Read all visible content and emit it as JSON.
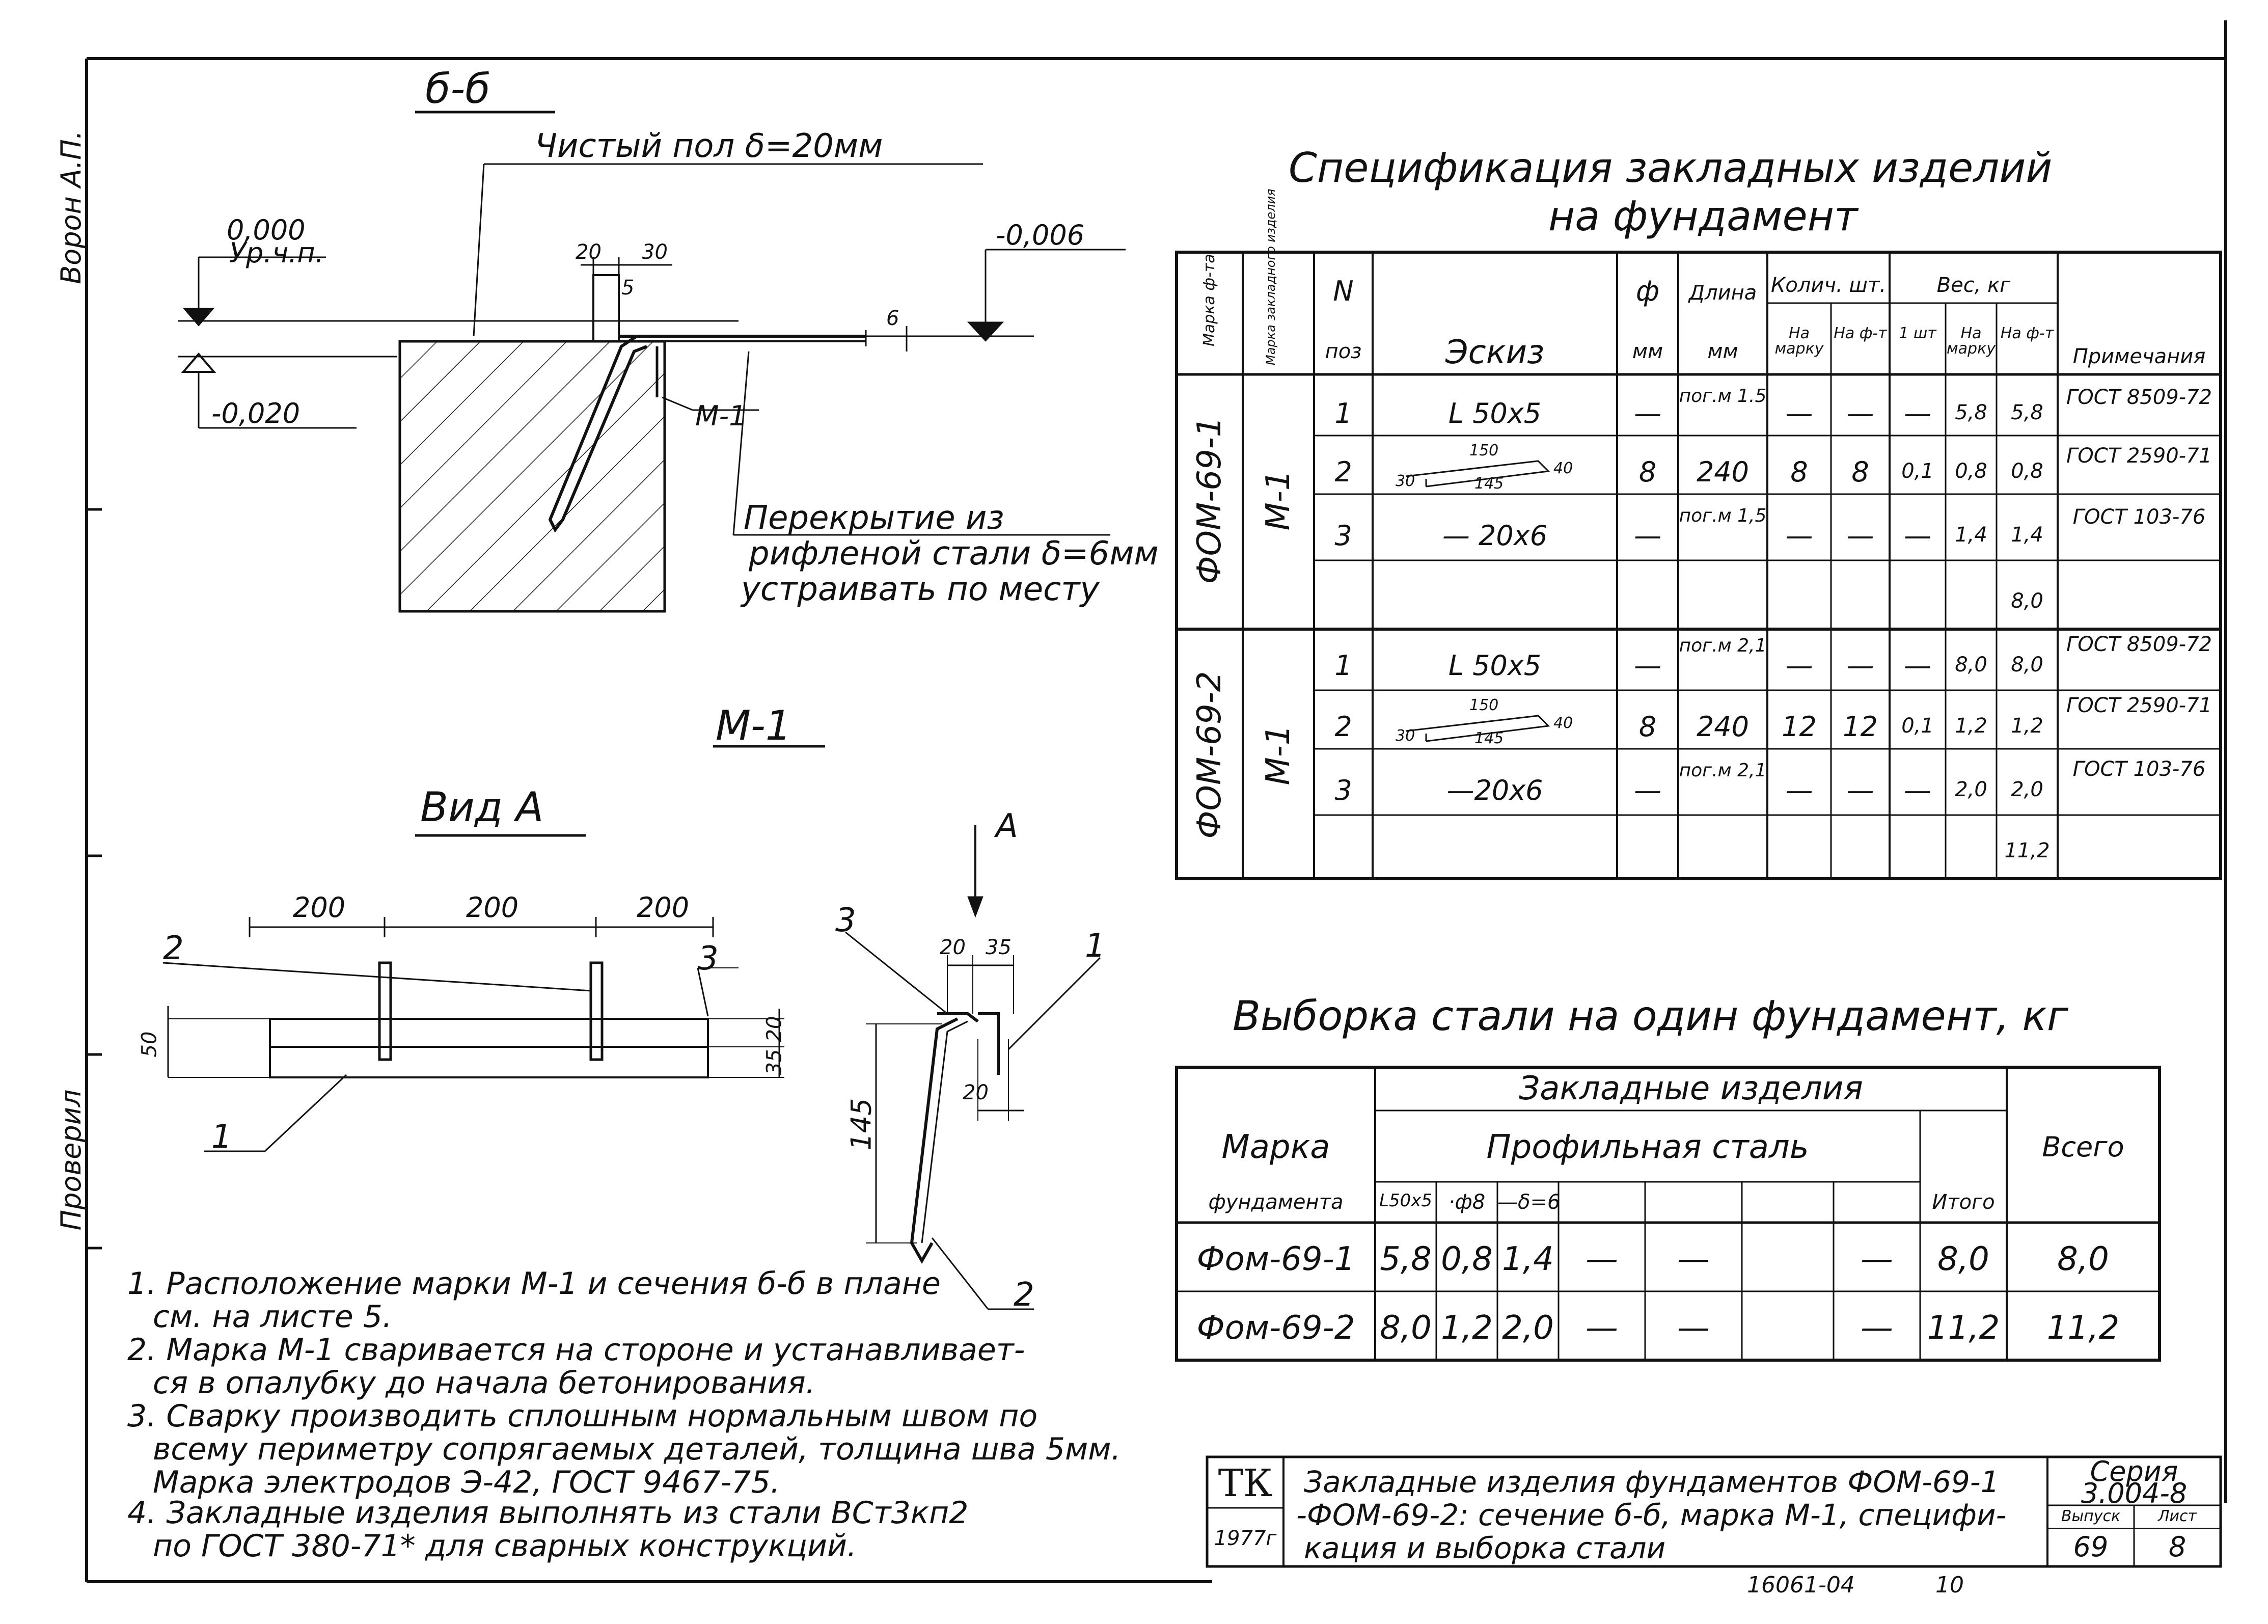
{
  "section": {
    "title": "б-б",
    "floor_note": "Чистый пол δ=20мм",
    "level_zero": "0,000",
    "level_zero_sub": "Ур.ч.п.",
    "level_minus_006": "-0,006",
    "level_minus_020": "-0,020",
    "dim_20": "20",
    "dim_30": "30",
    "dim_5": "5",
    "dim_6": "6",
    "mark_m1": "М-1",
    "cover_note_1": "Перекрытие из",
    "cover_note_2": "рифленой стали δ=6мм",
    "cover_note_3": "устраивать по месту"
  },
  "view_a": {
    "title_m1": "М-1",
    "title_view": "Вид А",
    "dims_top": [
      "200",
      "200",
      "200"
    ],
    "dim_50": "50",
    "dim_20": "20",
    "dim_35": "35",
    "callout_1": "1",
    "callout_2": "2",
    "callout_3": "3"
  },
  "profile": {
    "arrow_label": "А",
    "dim_20": "20",
    "dim_35": "35",
    "dim_145": "145",
    "dim_20b": "20",
    "callout_1": "1",
    "callout_2": "2",
    "callout_3": "3"
  },
  "spec": {
    "title_1": "Спецификация закладных изделий",
    "title_2": "на фундамент",
    "headers": {
      "mark_found": "Марка ф-та",
      "mark_item": "Марка закладного изделия",
      "n": "N",
      "poz": "поз",
      "sketch": "Эскиз",
      "phi": "ф",
      "mm": "мм",
      "length": "Длина",
      "length_mm": "мм",
      "qty": "Колич. шт.",
      "qty_mark": "На марку",
      "qty_found": "На ф-т",
      "weight": "Вес, кг",
      "w_one": "1 шт",
      "w_mark": "На марку",
      "w_found": "На ф-т",
      "notes": "Примечания"
    },
    "groups": [
      {
        "found": "ФОМ-69-1",
        "item": "М-1",
        "rows": [
          {
            "poz": "1",
            "sketch": "L 50x5",
            "phi": "—",
            "len": "пог.м 1.5",
            "qm": "—",
            "qf": "—",
            "w1": "—",
            "wm": "5,8",
            "wf": "5,8",
            "note": "ГОСТ 8509-72"
          },
          {
            "poz": "2",
            "sketch": "",
            "phi": "8",
            "len": "240",
            "qm": "8",
            "qf": "8",
            "w1": "0,1",
            "wm": "0,8",
            "wf": "0,8",
            "note": "ГОСТ 2590-71"
          },
          {
            "poz": "3",
            "sketch": "— 20x6",
            "phi": "—",
            "len": "пог.м 1,5",
            "qm": "—",
            "qf": "—",
            "w1": "—",
            "wm": "1,4",
            "wf": "1,4",
            "note": "ГОСТ 103-76"
          }
        ],
        "total": "8,0"
      },
      {
        "found": "ФОМ-69-2",
        "item": "М-1",
        "rows": [
          {
            "poz": "1",
            "sketch": "L 50x5",
            "phi": "—",
            "len": "пог.м 2,1",
            "qm": "—",
            "qf": "—",
            "w1": "—",
            "wm": "8,0",
            "wf": "8,0",
            "note": "ГОСТ 8509-72"
          },
          {
            "poz": "2",
            "sketch": "",
            "phi": "8",
            "len": "240",
            "qm": "12",
            "qf": "12",
            "w1": "0,1",
            "wm": "1,2",
            "wf": "1,2",
            "note": "ГОСТ 2590-71"
          },
          {
            "poz": "3",
            "sketch": "—20x6",
            "phi": "—",
            "len": "пог.м 2,1",
            "qm": "—",
            "qf": "—",
            "w1": "—",
            "wm": "2,0",
            "wf": "2,0",
            "note": "ГОСТ 103-76"
          }
        ],
        "total": "11,2"
      }
    ],
    "rebar_sketch": {
      "a": "150",
      "b": "145",
      "l": "30",
      "r": "40"
    }
  },
  "steel": {
    "title": "Выборка стали на один фундамент, кг",
    "h_embedded": "Закладные изделия",
    "h_profile": "Профильная сталь",
    "h_mark": "Марка",
    "h_found": "фундамента",
    "h_total": "Всего",
    "h_itogo": "Итого",
    "cols": [
      "L50x5",
      "·ф8",
      "—δ=6"
    ],
    "rows": [
      {
        "mark": "Фом-69-1",
        "v": [
          "5,8",
          "0,8",
          "1,4",
          "—",
          "—",
          "—"
        ],
        "itogo": "8,0",
        "total": "8,0"
      },
      {
        "mark": "Фом-69-2",
        "v": [
          "8,0",
          "1,2",
          "2,0",
          "—",
          "—",
          "—"
        ],
        "itogo": "11,2",
        "total": "11,2"
      }
    ]
  },
  "notes": [
    "1. Расположение марки М-1 и сечения б-б в плане",
    "см. на листе 5.",
    "2. Марка М-1 сваривается на стороне и устанавливает-",
    "ся в опалубку до начала бетонирования.",
    "3. Сварку производить сплошным нормальным швом по",
    "всему периметру сопрягаемых деталей, толщина шва 5мм.",
    "Марка электродов Э-42, ГОСТ 9467-75.",
    "4. Закладные изделия выполнять из стали ВСт3кп2",
    "по ГОСТ 380-71* для сварных конструкций."
  ],
  "stamp": {
    "org": "ТК",
    "year": "1977г",
    "desc_1": "Закладные изделия фундаментов ФОМ-69-1",
    "desc_2": "-ФОМ-69-2: сечение б-б, марка М-1, специфи-",
    "desc_3": "кация и выборка стали",
    "series_label": "Серия",
    "series": "3.004-8",
    "issue_label": "Выпуск",
    "sheet_label": "Лист",
    "issue": "69",
    "sheet": "8"
  },
  "footer": {
    "code": "16061-04",
    "page": "10"
  },
  "margin": {
    "text_1": "Проверил",
    "text_2": "Ворон А.П."
  }
}
